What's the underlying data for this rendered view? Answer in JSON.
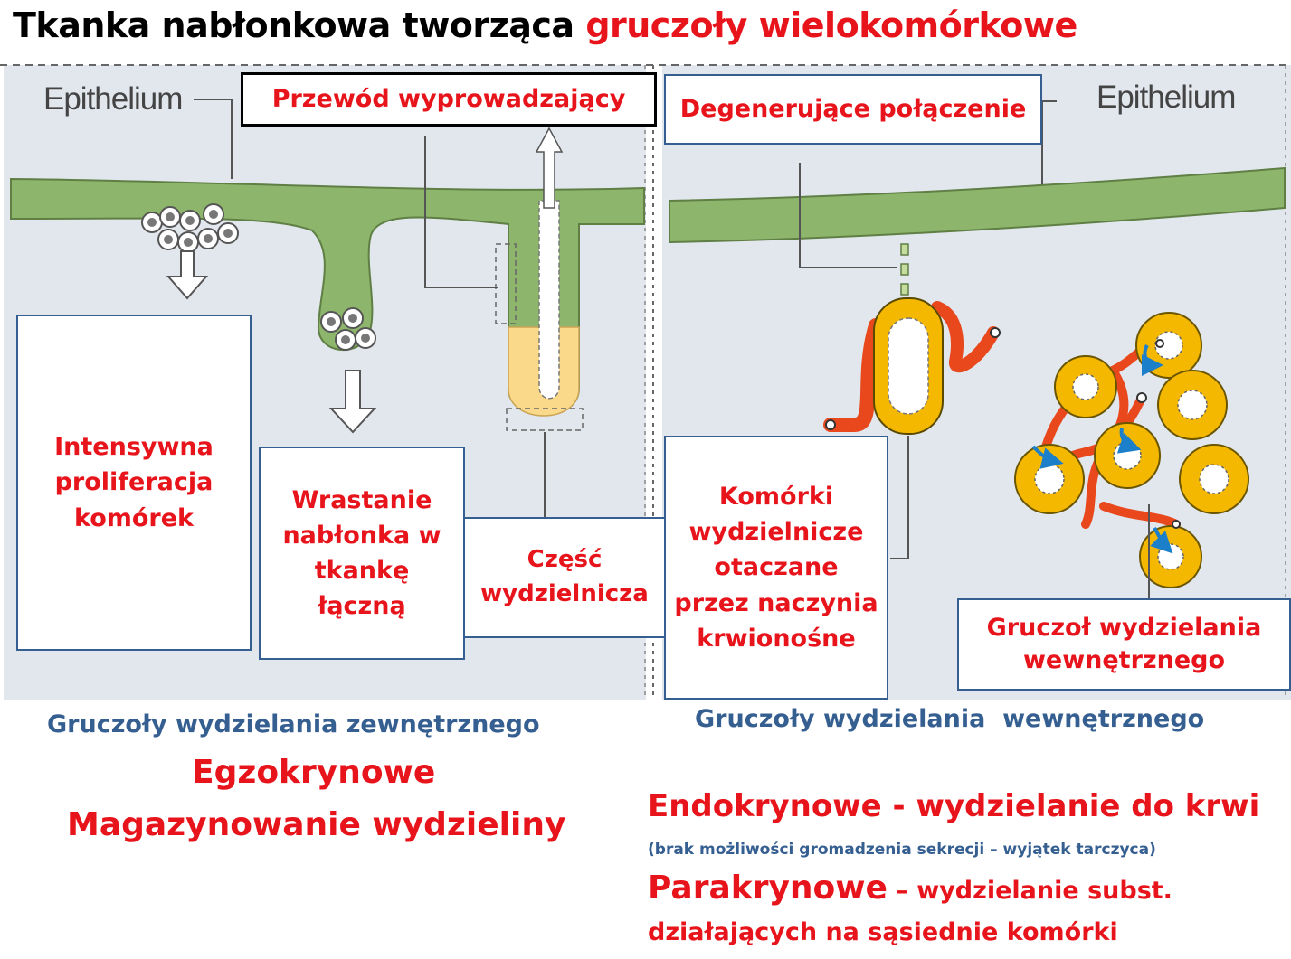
{
  "title": {
    "prefix": "Tkanka nabłonkowa tworząca ",
    "highlight": "gruczoły wielokomórkowe"
  },
  "labels": {
    "epithelium_left": "Epithelium",
    "epithelium_right": "Epithelium",
    "excretory_duct": "Przewód wyprowadzający",
    "degenerating_connection": "Degenerujące połączenie",
    "proliferation": "Intensywna proliferacja komórek",
    "ingrowth": "Wrastanie nabłonka w tkankę łączną",
    "secretory_part": "Część wydzielnicza",
    "secretory_cells": "Komórki wydzielnicze otaczane przez naczynia krwionośne",
    "endocrine_gland": "Gruczoł wydzielania wewnętrznego"
  },
  "captions": {
    "exocrine": "Gruczoły wydzielania zewnętrznego",
    "endocrine": "Gruczoły wydzielania  wewnętrznego",
    "egzokrynowe": "Egzokrynowe",
    "storage": "Magazynowanie wydzieliny",
    "endokrynowe": "Endokrynowe - wydzielanie do krwi",
    "endo_note": "(brak możliwości gromadzenia sekrecji – wyjątek tarczyca)",
    "parakrynowe_head": "Parakrynowe",
    "parakrynowe_tail": " – wydzielanie subst.",
    "parakrynowe_line2": "działających na sąsiednie komórki"
  },
  "colors": {
    "accent_red": "#e8141b",
    "caption_blue": "#365f91",
    "epithelium_green": "#8db56b",
    "connective_bg": "#e2e7ee",
    "secretory_yellow": "#f5b800",
    "vessel_red": "#e8481c",
    "arrow_blue": "#1c7fc9"
  }
}
